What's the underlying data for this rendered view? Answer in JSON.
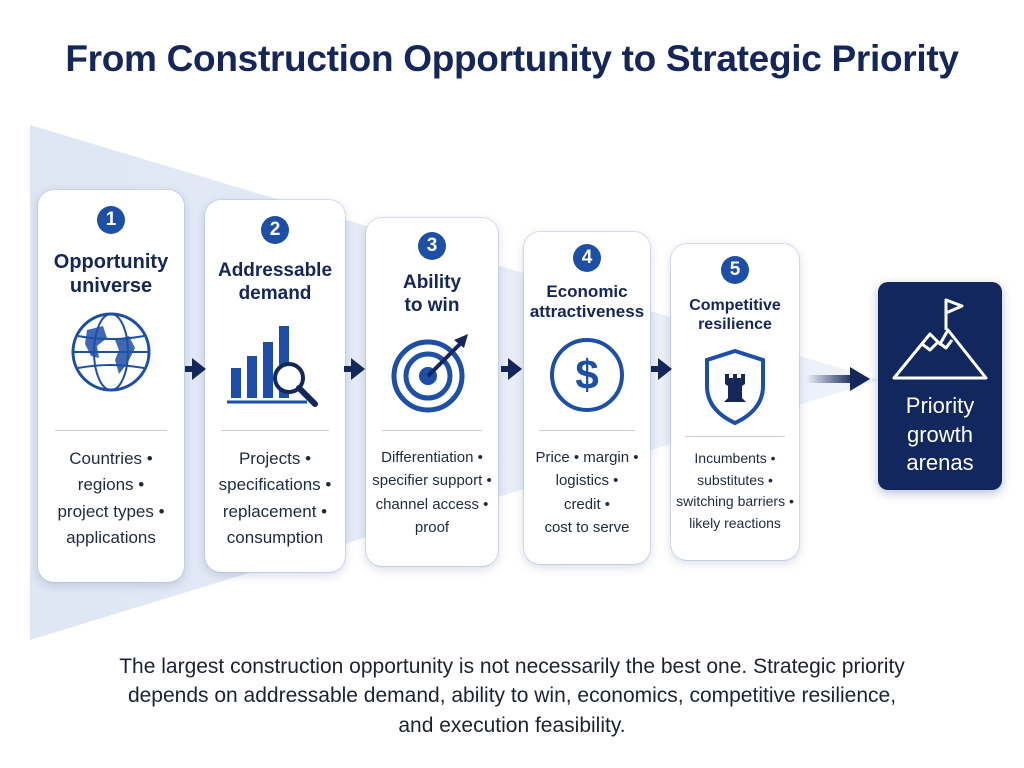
{
  "title": "From Construction Opportunity to Strategic Priority",
  "steps": [
    {
      "number": "1",
      "title_lines": [
        "Opportunity",
        "universe"
      ],
      "icon": "globe-icon",
      "items": [
        "Countries •",
        "regions •",
        "project types •",
        "applications"
      ]
    },
    {
      "number": "2",
      "title_lines": [
        "Addressable",
        "demand"
      ],
      "icon": "bar-chart-magnifier-icon",
      "items": [
        "Projects •",
        "specifications •",
        "replacement •",
        "consumption"
      ]
    },
    {
      "number": "3",
      "title_lines": [
        "Ability",
        "to win"
      ],
      "icon": "target-icon",
      "items": [
        "Differentiation •",
        "specifier support •",
        "channel access •",
        "proof"
      ]
    },
    {
      "number": "4",
      "title_lines": [
        "Economic",
        "attractiveness"
      ],
      "icon": "dollar-icon",
      "items": [
        "Price • margin •",
        "logistics •",
        "credit •",
        "cost to serve"
      ]
    },
    {
      "number": "5",
      "title_lines": [
        "Competitive",
        "resilience"
      ],
      "icon": "shield-icon",
      "items": [
        "Incumbents •",
        "substitutes •",
        "switching barriers •",
        "likely reactions"
      ]
    }
  ],
  "outcome": {
    "icon": "mountain-flag-icon",
    "label_lines": [
      "Priority",
      "growth",
      "arenas"
    ]
  },
  "footer_lines": [
    "The largest construction opportunity is not necessarily the best one. Strategic priority",
    "depends on addressable demand, ability to win, economics, competitive resilience,",
    "and execution feasibility."
  ],
  "colors": {
    "navy": "#13275f",
    "blue": "#1d4fa6",
    "funnel": "#e4eaf6"
  }
}
